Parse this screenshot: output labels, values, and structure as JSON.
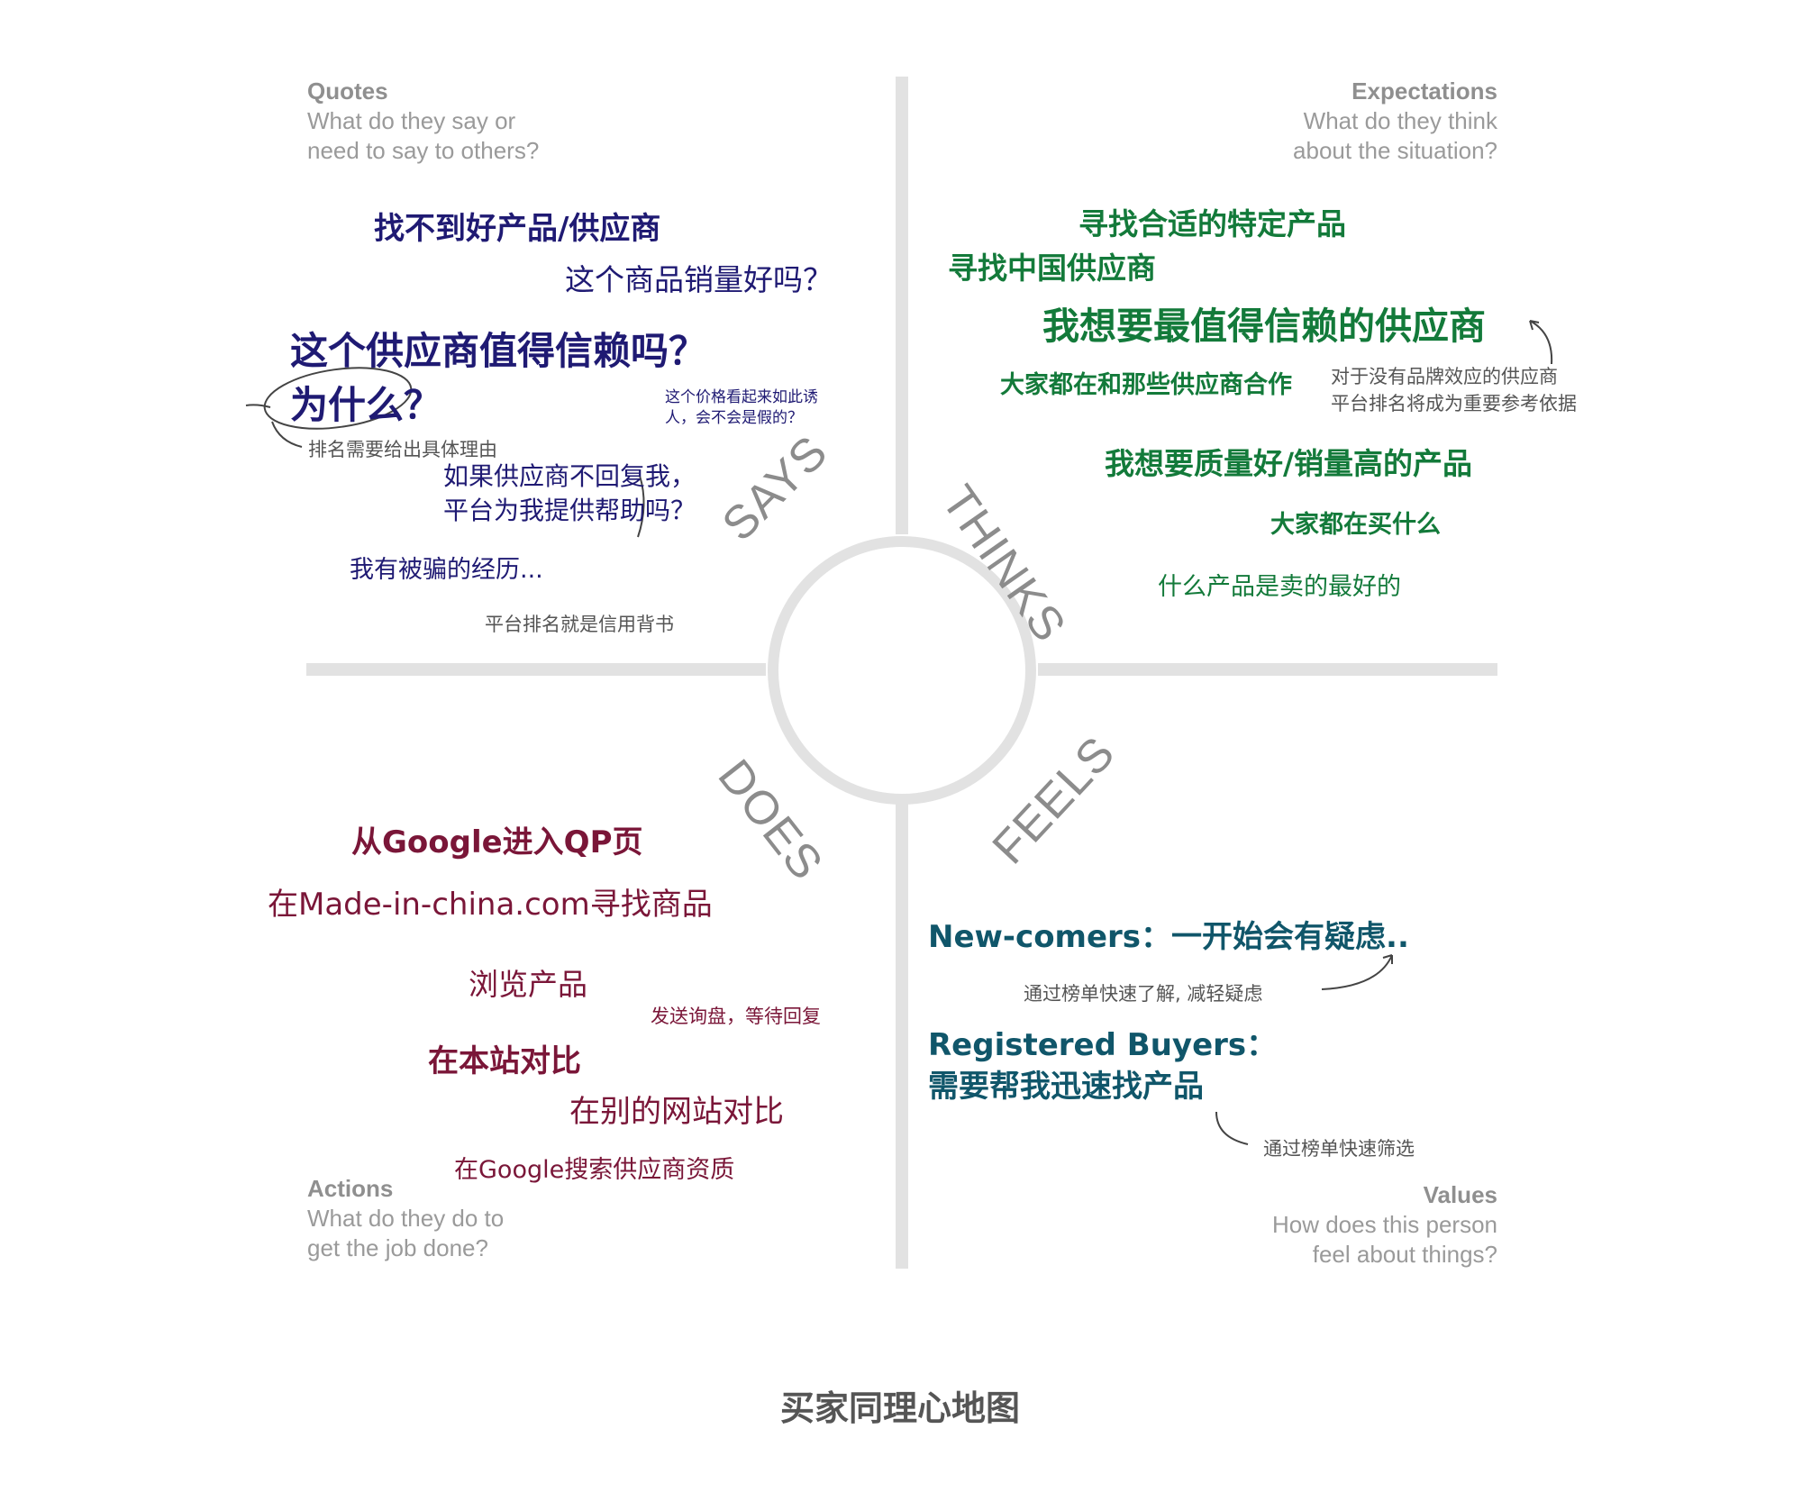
{
  "quadrants": {
    "says": "SAYS",
    "thinks": "THINKS",
    "does": "DOES",
    "feels": "FEELS"
  },
  "headers": {
    "quotes": {
      "title": "Quotes",
      "line1": "What do they say or",
      "line2": "need to say to others?"
    },
    "expectations": {
      "title": "Expectations",
      "line1": "What do they think",
      "line2": "about the situation?"
    },
    "actions": {
      "title": "Actions",
      "line1": "What do they do to",
      "line2": "get the job done?"
    },
    "values": {
      "title": "Values",
      "line1": "How does this person",
      "line2": "feel about things?"
    }
  },
  "says_items": {
    "s1": "找不到好产品/供应商",
    "s2": "这个商品销量好吗？",
    "s3a": "这个供应商值得信赖吗？",
    "s3b": "为什么？",
    "s4a": "这个价格看起来如此诱",
    "s4b": "人，会不会是假的？",
    "s5": "排名需要给出具体理由",
    "s6a": "如果供应商不回复我，",
    "s6b": "平台为我提供帮助吗？",
    "s7": "我有被骗的经历...",
    "s8": "平台排名就是信用背书"
  },
  "thinks_items": {
    "t1": "寻找合适的特定产品",
    "t2": "寻找中国供应商",
    "t3": "我想要最值得信赖的供应商",
    "t4": "大家都在和那些供应商合作",
    "t5a": "对于没有品牌效应的供应商",
    "t5b": "平台排名将成为重要参考依据",
    "t6": "我想要质量好/销量高的产品",
    "t7": "大家都在买什么",
    "t8": "什么产品是卖的最好的"
  },
  "does_items": {
    "d1": "从Google进入QP页",
    "d2": "在Made-in-china.com寻找商品",
    "d3": "浏览产品",
    "d4": "发送询盘，等待回复",
    "d5": "在本站对比",
    "d6": "在别的网站对比",
    "d7": "在Google搜索供应商资质"
  },
  "feels_items": {
    "f1": "New-comers：一开始会有疑虑..",
    "f2": "通过榜单快速了解, 减轻疑虑",
    "f3a": "Registered Buyers：",
    "f3b": "需要帮我迅速找产品",
    "f4": "通过榜单快速筛选"
  },
  "caption": "买家同理心地图",
  "colors": {
    "says": "#1f1a73",
    "thinks": "#137a3a",
    "does": "#7a1638",
    "feels": "#10566a",
    "axis": "#e2e2e2",
    "labels": "#8c8c8c"
  }
}
